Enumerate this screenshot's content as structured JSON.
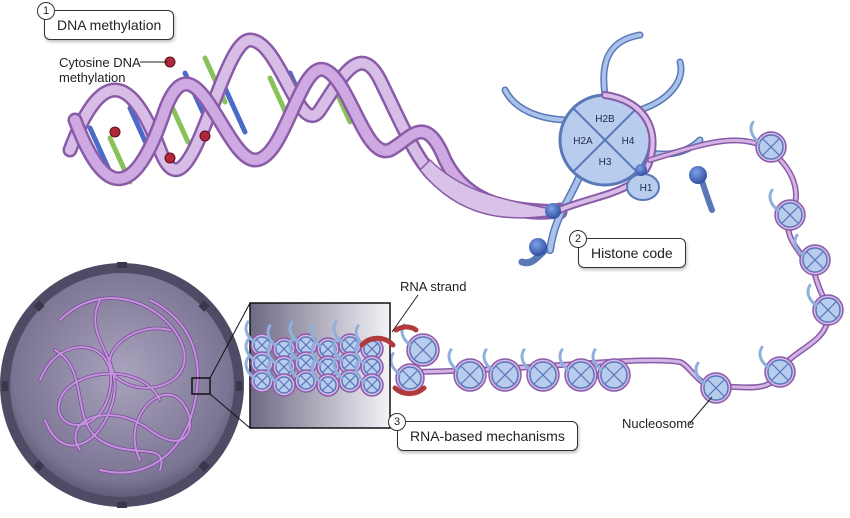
{
  "labels": {
    "dna_methylation": {
      "number": "1",
      "text": "DNA methylation"
    },
    "cytosine_methylation": [
      "Cytosine DNA",
      "methylation"
    ],
    "histone_code": {
      "number": "2",
      "text": "Histone code"
    },
    "rna_mechanisms": {
      "number": "3",
      "text": "RNA-based mechanisms"
    },
    "rna_strand": "RNA strand",
    "nucleosome": "Nucleosome"
  },
  "histones": {
    "h2b": "H2B",
    "h2a": "H2A",
    "h4": "H4",
    "h3": "H3",
    "h1": "H1"
  },
  "colors": {
    "strand": "#c9a6dc",
    "strand_edge": "#8a5ca8",
    "base_blue": "#4a6cc8",
    "base_green": "#8ac25a",
    "methyl_red": "#b0283a",
    "histone_fill": "#b8cdee",
    "histone_edge": "#5a78b8",
    "tail": "#8fb0dc",
    "nucleus": "#5e5a72",
    "rna_red": "#b03a3a"
  }
}
